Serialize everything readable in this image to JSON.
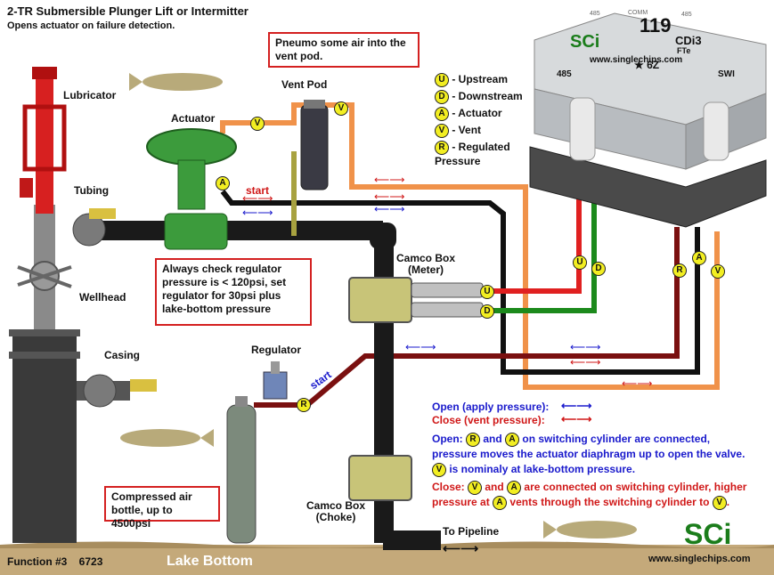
{
  "title": "2-TR Submersible Plunger Lift or Intermitter",
  "subtitle": "Opens actuator on failure detection.",
  "callouts": {
    "pneumo": "Pneumo some air into the vent pod.",
    "regulator_check": "Always check regulator pressure is < 120psi, set regulator for 30psi plus lake-bottom pressure",
    "bottle": "Compressed air bottle, up to 4500psi"
  },
  "labels": {
    "lubricator": "Lubricator",
    "actuator": "Actuator",
    "vent_pod": "Vent Pod",
    "tubing": "Tubing",
    "wellhead": "Wellhead",
    "casing": "Casing",
    "regulator": "Regulator",
    "camco_meter": "Camco Box\n(Meter)",
    "camco_choke": "Camco Box\n(Choke)",
    "to_pipeline": "To Pipeline",
    "start": "start",
    "lake_bottom": "Lake Bottom",
    "function": "Function #3    6723",
    "website": "www.singlechips.com",
    "brand": "SCi"
  },
  "device": {
    "number": "119",
    "model": "CDi3",
    "model2": "FTe",
    "brand": "SCi",
    "url": "www.singlechips.com",
    "port1": "485",
    "port2": "SWI",
    "star": "★ 6Z",
    "top_left": "485",
    "top_mid": "COMM",
    "top_right": "485"
  },
  "legend": [
    {
      "key": "U",
      "text": "- Upstream"
    },
    {
      "key": "D",
      "text": "- Downstream"
    },
    {
      "key": "A",
      "text": "- Actuator"
    },
    {
      "key": "V",
      "text": "- Vent"
    },
    {
      "key": "R",
      "text": "- Regulated Pressure"
    }
  ],
  "arrow_legend": {
    "open": "Open  (apply pressure):",
    "close": "Close  (vent pressure):"
  },
  "explanation": {
    "open_label": "Open:",
    "open_1a": "and",
    "open_1b": "on switching cylinder are connected,",
    "open_2": "pressure moves the actuator diaphragm up to open the valve.",
    "open_3": "is nominaly at lake-bottom pressure.",
    "close_label": "Close:",
    "close_1a": "and",
    "close_1b": "are connected on switching cylinder, higher",
    "close_2a": "pressure at",
    "close_2b": "vents through the switching cylinder to"
  },
  "colors": {
    "red_pipe": "#e02020",
    "dark_red_pipe": "#7a1010",
    "orange_pipe": "#f0924a",
    "green_pipe": "#1c8a1c",
    "black_pipe": "#111111",
    "arrow_blue": "#1a1acc",
    "arrow_red": "#d01818"
  }
}
